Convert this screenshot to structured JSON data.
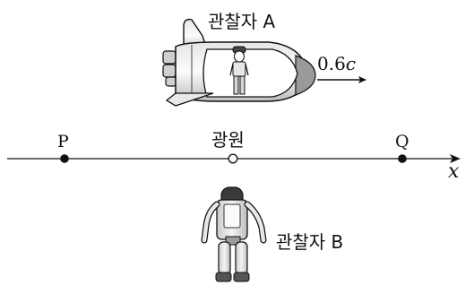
{
  "observer_a": {
    "label": "관찰자 A"
  },
  "observer_b": {
    "label": "관찰자 B"
  },
  "ship": {
    "velocity_coef": "0.6",
    "velocity_unit": "c"
  },
  "axis": {
    "label": "x",
    "point_p": "P",
    "source": "광원",
    "point_q": "Q"
  },
  "colors": {
    "ink": "#111111",
    "hull_light": "#f2f2f2",
    "hull_shade": "#bdbdbd",
    "window": "#ffffff"
  }
}
